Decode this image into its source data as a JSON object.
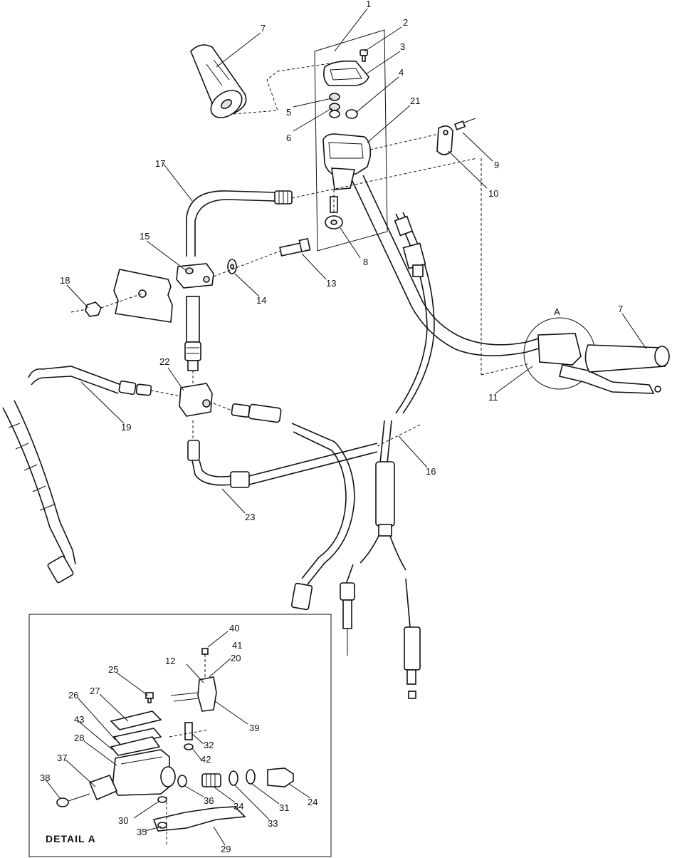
{
  "callouts": [
    {
      "id": "c1",
      "text": "1"
    },
    {
      "id": "c2",
      "text": "2"
    },
    {
      "id": "c3",
      "text": "3"
    },
    {
      "id": "c4",
      "text": "4"
    },
    {
      "id": "c5",
      "text": "5"
    },
    {
      "id": "c6",
      "text": "6"
    },
    {
      "id": "c7a",
      "text": "7"
    },
    {
      "id": "c7b",
      "text": "7"
    },
    {
      "id": "c8",
      "text": "8"
    },
    {
      "id": "c9",
      "text": "9"
    },
    {
      "id": "c10",
      "text": "10"
    },
    {
      "id": "c11",
      "text": "11"
    },
    {
      "id": "c13",
      "text": "13"
    },
    {
      "id": "c14",
      "text": "14"
    },
    {
      "id": "c15",
      "text": "15"
    },
    {
      "id": "c16",
      "text": "16"
    },
    {
      "id": "c17",
      "text": "17"
    },
    {
      "id": "c18",
      "text": "18"
    },
    {
      "id": "c19",
      "text": "19"
    },
    {
      "id": "c21",
      "text": "21"
    },
    {
      "id": "c22",
      "text": "22"
    },
    {
      "id": "c23",
      "text": "23"
    },
    {
      "id": "cA",
      "text": "A"
    }
  ],
  "detail": {
    "title": "DETAIL  A",
    "callouts": [
      {
        "id": "d12",
        "text": "12"
      },
      {
        "id": "d20",
        "text": "20"
      },
      {
        "id": "d24",
        "text": "24"
      },
      {
        "id": "d25",
        "text": "25"
      },
      {
        "id": "d26",
        "text": "26"
      },
      {
        "id": "d27",
        "text": "27"
      },
      {
        "id": "d28",
        "text": "28"
      },
      {
        "id": "d29",
        "text": "29"
      },
      {
        "id": "d30",
        "text": "30"
      },
      {
        "id": "d31",
        "text": "31"
      },
      {
        "id": "d32",
        "text": "32"
      },
      {
        "id": "d33",
        "text": "33"
      },
      {
        "id": "d34",
        "text": "34"
      },
      {
        "id": "d35",
        "text": "35"
      },
      {
        "id": "d36",
        "text": "36"
      },
      {
        "id": "d37",
        "text": "37"
      },
      {
        "id": "d38",
        "text": "38"
      },
      {
        "id": "d39",
        "text": "39"
      },
      {
        "id": "d40",
        "text": "40"
      },
      {
        "id": "d41",
        "text": "41"
      },
      {
        "id": "d42",
        "text": "42"
      },
      {
        "id": "d43",
        "text": "43"
      }
    ]
  }
}
